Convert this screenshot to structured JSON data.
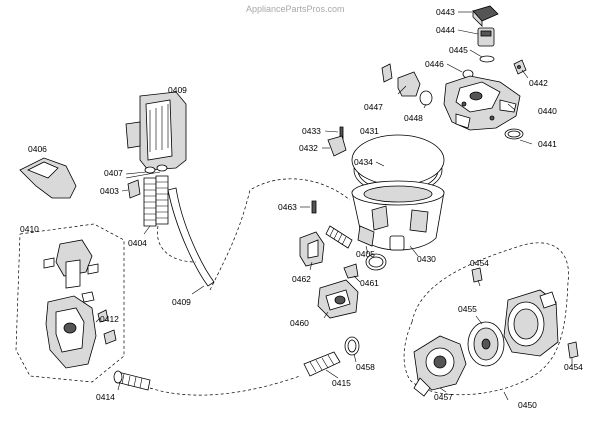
{
  "watermark": "AppliancePartsPros.com",
  "labels": {
    "p0443": "0443",
    "p0444": "0444",
    "p0445": "0445",
    "p0446": "0446",
    "p0442": "0442",
    "p0447": "0447",
    "p0448": "0448",
    "p0440": "0440",
    "p0441": "0441",
    "p0433": "0433",
    "p0431": "0431",
    "p0432": "0432",
    "p0434": "0434",
    "p0409a": "0409",
    "p0406": "0406",
    "p0407": "0407",
    "p0403": "0403",
    "p0404": "0404",
    "p0409b": "0409",
    "p0463": "0463",
    "p0405": "0405",
    "p0430": "0430",
    "p0410": "0410",
    "p0462": "0462",
    "p0461": "0461",
    "p0454a": "0454",
    "p0412": "0412",
    "p0460": "0460",
    "p0455": "0455",
    "p0458": "0458",
    "p0454b": "0454",
    "p0415": "0415",
    "p0414": "0414",
    "p0457": "0457",
    "p0450": "0450"
  }
}
